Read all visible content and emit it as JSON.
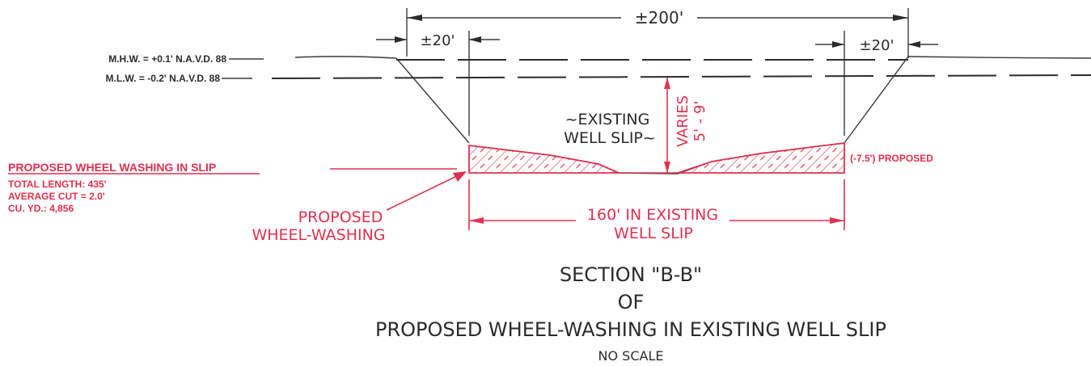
{
  "dims": {
    "overall": "±200'",
    "left_slope": "±20'",
    "right_slope": "±20'",
    "depth_line1": "VARIES",
    "depth_line2": "5' - 9'"
  },
  "water_levels": {
    "mhw": "M.H.W. = +0.1' N.A.V.D. 88",
    "mlw": "M.L.W. = -0.2' N.A.V.D. 88"
  },
  "slip_label": {
    "line1": "~EXISTING",
    "line2": "WELL SLIP~"
  },
  "callout": {
    "line1": "PROPOSED",
    "line2": "WHEEL-WASHING"
  },
  "elevation_note": "(-7.5') PROPOSED",
  "width_label": {
    "line1": "160' IN EXISTING",
    "line2": "WELL SLIP"
  },
  "summary": {
    "title": "PROPOSED WHEEL WASHING IN SLIP",
    "total_length": "TOTAL LENGTH: 435'",
    "average_cut": "AVERAGE CUT = 2.0'",
    "cu_yd": "CU. YD.: 4,856"
  },
  "section_title": {
    "line1": "SECTION \"B-B\"",
    "line2": "OF",
    "line3": "PROPOSED WHEEL-WASHING IN EXISTING WELL SLIP",
    "line4": "NO SCALE"
  },
  "colors": {
    "linework": "#2b2b2b",
    "proposed": "#e0304e"
  }
}
